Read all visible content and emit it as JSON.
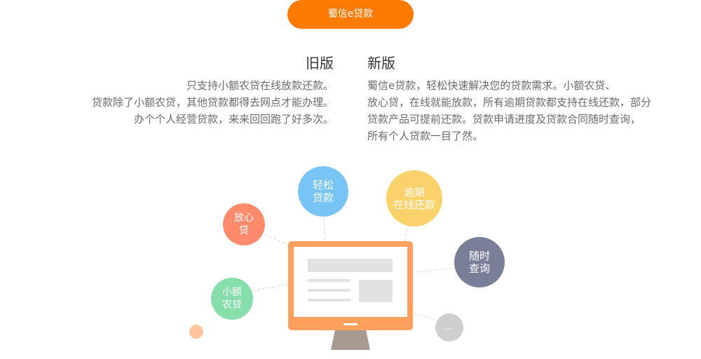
{
  "top_button": {
    "label": "蜀信e贷款"
  },
  "old_version": {
    "title": "旧版",
    "lines": [
      "只支持小额农贷在线放款还款。",
      "贷款除了小额农贷，其他贷款都得去网点才能办理。",
      "办个个人经营贷款，来来回回跑了好多次。"
    ]
  },
  "new_version": {
    "title": "新版",
    "lines": [
      "蜀信e贷款，轻松快速解决您的贷款需求。小额农贷、",
      "放心贷，在线就能放款，所有逾期贷款都支持在线还款，部分",
      "贷款产品可提前还款。贷款申请进度及贷款合同随时查询，",
      "所有个人贷款一目了然。"
    ]
  },
  "bubbles": {
    "easy": {
      "line1": "轻松",
      "line2": "贷款",
      "color": "#78c5f5"
    },
    "overdue": {
      "line1": "逾期",
      "line2": "在线还款",
      "color": "#fbd26a"
    },
    "assured": {
      "line1": "放心",
      "line2": "贷",
      "color": "#ff8b6c"
    },
    "query": {
      "line1": "随时",
      "line2": "查询",
      "color": "#7a7f98"
    },
    "small": {
      "line1": "小额",
      "line2": "农贷",
      "color": "#86dfaa"
    },
    "more": {
      "label": "...",
      "color": "#cfcfcf"
    },
    "dot": {
      "color": "#ffc69b"
    }
  },
  "colors": {
    "accent": "#ff7a00",
    "monitor_frame": "#ffa05e",
    "monitor_stand": "#a89a91",
    "placeholder": "#e2e2e2"
  }
}
